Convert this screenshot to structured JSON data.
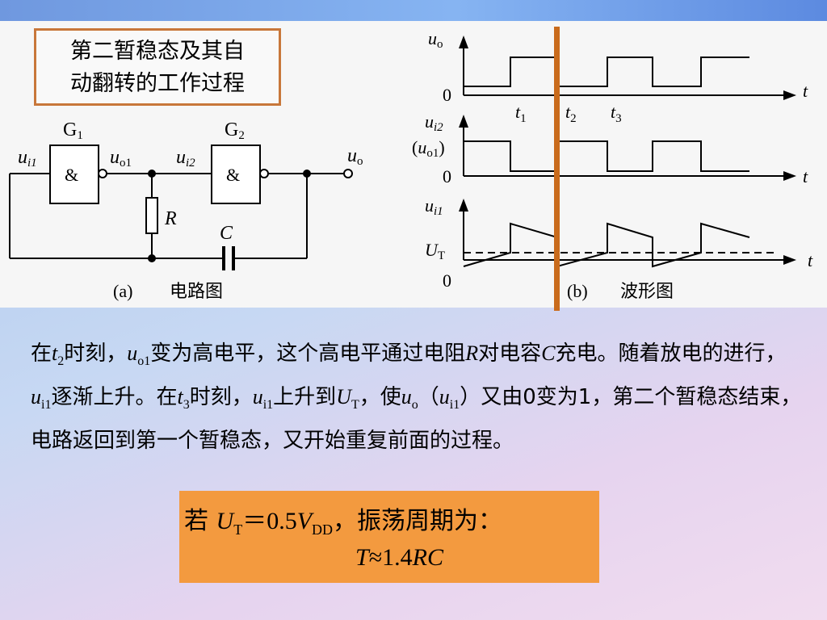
{
  "title": {
    "line1": "第二暂稳态及其自",
    "line2": "动翻转的工作过程"
  },
  "circuit": {
    "gate1": {
      "name": "G",
      "sub": "1",
      "symbol": "&"
    },
    "gate2": {
      "name": "G",
      "sub": "2",
      "symbol": "&"
    },
    "labels": {
      "ui1": {
        "base": "u",
        "sub": "i1"
      },
      "uo1": {
        "base": "u",
        "sub": "o1"
      },
      "ui2": {
        "base": "u",
        "sub": "i2"
      },
      "uo": {
        "base": "u",
        "sub": "o"
      },
      "R": "R",
      "C": "C"
    },
    "caption_tag": "(a)",
    "caption": "电路图"
  },
  "waveform": {
    "axis1": {
      "base": "u",
      "sub": "o"
    },
    "axis2": {
      "base": "u",
      "sub": "i2"
    },
    "axis2b": {
      "open": "(",
      "base": "u",
      "sub": "o1",
      "close": ")"
    },
    "axis3": {
      "base": "u",
      "sub": "i1"
    },
    "zero": "0",
    "t": "t",
    "threshold": {
      "base": "U",
      "sub": "T"
    },
    "times": [
      {
        "base": "t",
        "sub": "1"
      },
      {
        "base": "t",
        "sub": "2"
      },
      {
        "base": "t",
        "sub": "3"
      }
    ],
    "caption_tag": "(b)",
    "caption": "波形图",
    "uo_levels": [
      0,
      1,
      0,
      1,
      0,
      1
    ]
  },
  "paragraph": {
    "p1": "在",
    "t2": "t",
    "t2sub": "2",
    "p2": "时刻，",
    "uo1": "u",
    "uo1sub": "o1",
    "p3": "变为高电平，这个高电平通过电阻",
    "R": "R",
    "p4": "对电容",
    "C": "C",
    "p5": "充电。随着放电的进行，",
    "ui1": "u",
    "ui1sub": "i1",
    "p6": "逐渐上升。在",
    "t3": "t",
    "t3sub": "3",
    "p7": "时刻，",
    "ui1b": "u",
    "ui1bsub": "i1",
    "p8": "上升到",
    "UT": "U",
    "UTsub": "T",
    "p9": "，使",
    "uo": "u",
    "uosub": "o",
    "p10": "（",
    "ui1c": "u",
    "ui1csub": "i1",
    "p11": "）又由0变为1，第二个暂稳态结束，电路返回到第一个暂稳态，又开始重复前面的过程。"
  },
  "formula": {
    "prefix": "若 ",
    "U": "U",
    "Usub": "T",
    "eq": "＝0.5",
    "V": "V",
    "Vsub": "DD",
    "suffix": "，振荡周期为：",
    "T": "T",
    "approx": "≈1.4",
    "RC": "RC"
  },
  "colors": {
    "accent_orange": "#f39a3f",
    "marker": "#c96b1c",
    "title_border": "#c8773a"
  }
}
